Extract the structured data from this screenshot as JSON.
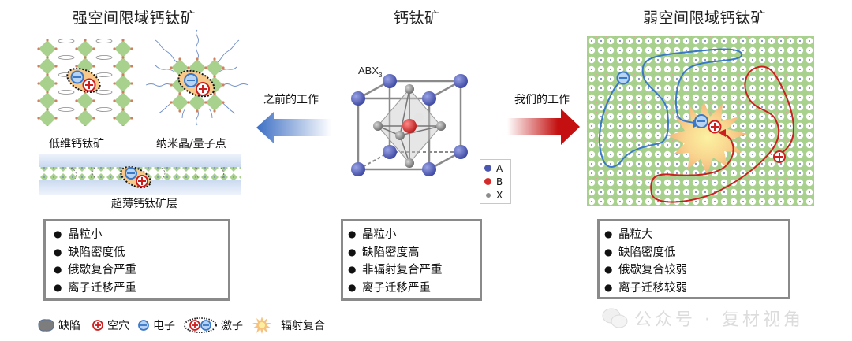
{
  "titles": {
    "left": "强空间限域钙钛矿",
    "center": "钙钛矿",
    "right": "弱空间限域钙钛矿"
  },
  "left_panel": {
    "sub_labels": {
      "low_dim": "低维钙钛矿",
      "nanocrystal": "纳米晶/量子点",
      "ultrathin": "超薄钙钛矿层"
    },
    "properties": [
      "晶粒小",
      "缺陷密度低",
      "俄歇复合严重",
      "离子迁移严重"
    ]
  },
  "center_panel": {
    "formula_main": "ABX",
    "formula_sub": "3",
    "legend": [
      {
        "symbol": "A",
        "color": "#4a56b0"
      },
      {
        "symbol": "B",
        "color": "#d42a2a"
      },
      {
        "symbol": "X",
        "color": "#8c8c8c"
      }
    ],
    "properties": [
      "晶粒小",
      "缺陷密度高",
      "非辐射复合严重",
      "离子迁移严重"
    ]
  },
  "arrows": {
    "previous_work": {
      "label": "之前的工作",
      "direction": "left",
      "color": "#3d6fc4"
    },
    "our_work": {
      "label": "我们的工作",
      "direction": "right",
      "color": "#c41010"
    }
  },
  "right_panel": {
    "properties": [
      "晶粒大",
      "缺陷密度低",
      "俄歇复合较弱",
      "离子迁移较弱"
    ]
  },
  "legend": [
    {
      "icon": "defect-icon",
      "label": "缺陷"
    },
    {
      "icon": "hole-icon",
      "label": "空穴"
    },
    {
      "icon": "electron-icon",
      "label": "电子"
    },
    {
      "icon": "exciton-icon",
      "label": "激子"
    },
    {
      "icon": "radiative-recombination-icon",
      "label": "辐射复合"
    }
  ],
  "watermark": "公众号 · 复材视角",
  "colors": {
    "lattice_green": "#a9d18e",
    "electron_blue": "#3a78c8",
    "hole_red": "#cc1f1f",
    "box_border": "#8a8a8a"
  }
}
